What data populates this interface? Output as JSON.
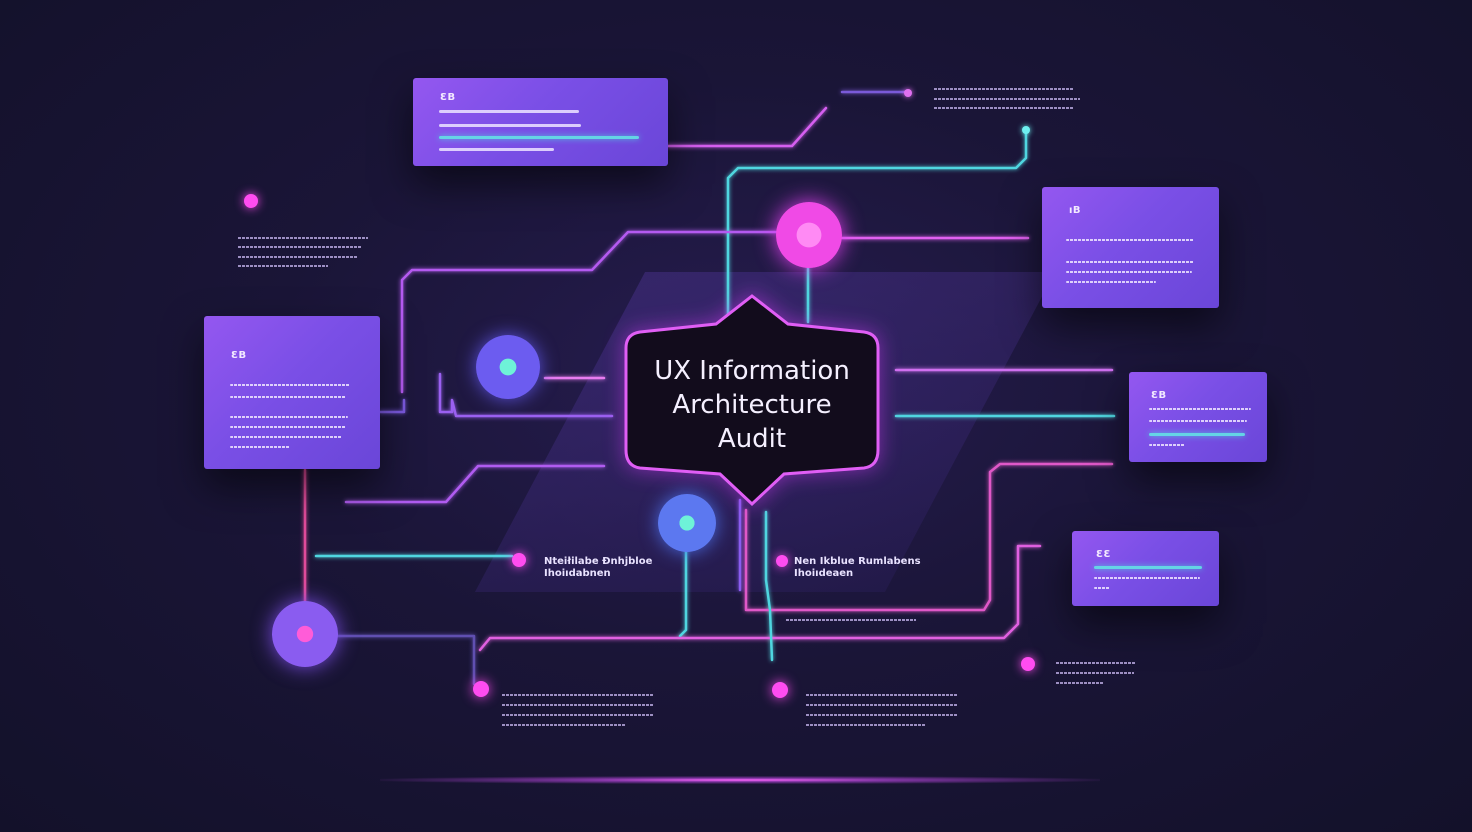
{
  "hub": {
    "title_lines": [
      "UX Information",
      "Architecture",
      "Audit"
    ]
  },
  "cards": [
    {
      "id": "top",
      "tag": "ƐB"
    },
    {
      "id": "right-top",
      "tag": "ıB"
    },
    {
      "id": "left",
      "tag": "ƐB"
    },
    {
      "id": "right-mid",
      "tag": "ƐB"
    },
    {
      "id": "right-bottom",
      "tag": "ƐƐ"
    }
  ],
  "labels": {
    "center_left": [
      "Nteiłilabe Đnhjbloe",
      "Ihoiıdabnen"
    ],
    "center_right": [
      "Nen Ikblue Rumlabens",
      "Ihoiıdeaen"
    ]
  },
  "colors": {
    "background": "#15122b",
    "card": "#8650ee",
    "wire_magenta": "#e05cf0",
    "wire_violet": "#a35cf0",
    "wire_cyan": "#4fd6e0",
    "node_magenta": "#f040f0",
    "node_blue": "#6a62f0"
  }
}
